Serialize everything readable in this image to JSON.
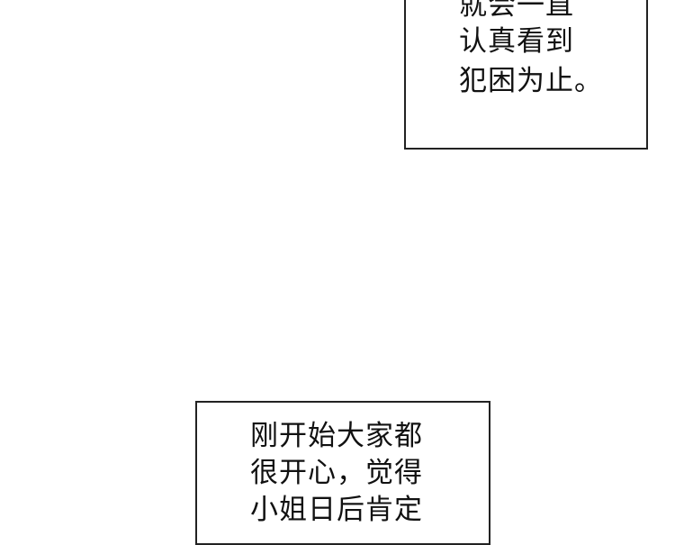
{
  "caption_top": {
    "lines": [
      "就会一直",
      "认真看到",
      "犯困为止。"
    ]
  },
  "caption_bottom": {
    "lines": [
      "刚开始大家都",
      "很开心，觉得",
      "小姐日后肯定"
    ]
  }
}
